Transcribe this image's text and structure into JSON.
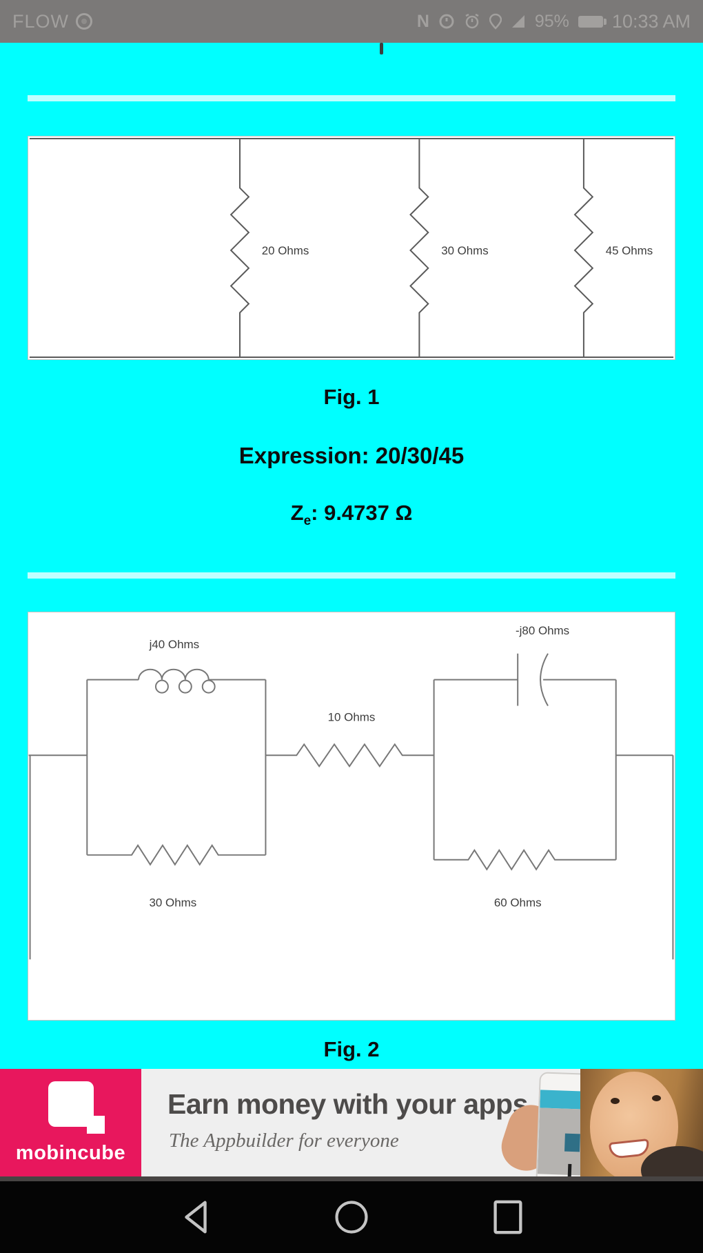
{
  "status_bar": {
    "carrier": "FLOW",
    "battery_percent": "95%",
    "time": "10:33 AM",
    "icons": [
      "roaming-icon",
      "nfc-icon",
      "data-saver-icon",
      "alarm-icon",
      "location-icon",
      "signal-icon",
      "battery-icon"
    ]
  },
  "fig1": {
    "caption": "Fig. 1",
    "resistors": [
      "20 Ohms",
      "30 Ohms",
      "45 Ohms"
    ],
    "expression": "Expression: 20/30/45",
    "z_symbol": "Z",
    "z_sub": "e",
    "z_rest": ": 9.4737 Ω"
  },
  "fig2": {
    "caption": "Fig. 2",
    "inductor_label": "j40 Ohms",
    "left_resistor_label": "30 Ohms",
    "series_resistor_label": "10 Ohms",
    "capacitor_label": "-j80 Ohms",
    "right_resistor_label": "60 Ohms"
  },
  "ad": {
    "brand": "mobincube",
    "headline": "Earn money with your apps",
    "subheadline": "The Appbuilder for everyone"
  },
  "colors": {
    "background_cyan": "#00ffff",
    "status_bar_gray": "#7b7978",
    "ad_brand_pink": "#e8175d",
    "phone_screen_teal": "#3ab3cc"
  }
}
